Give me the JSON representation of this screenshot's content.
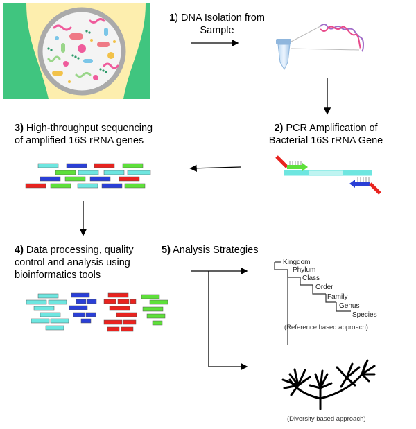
{
  "steps": {
    "s1": {
      "num": "1",
      "text": ") DNA Isolation from",
      "line2": "Sample"
    },
    "s2": {
      "num": "2)",
      "text": " PCR Amplification of",
      "line2": "Bacterial 16S rRNA Gene"
    },
    "s3": {
      "num": "3)",
      "text": " High-throughput sequencing",
      "line2": "of amplified 16S rRNA genes"
    },
    "s4": {
      "num": "4)",
      "text": " Data processing, quality",
      "line2": "control and analysis using",
      "line3": "bioinformatics tools"
    },
    "s5": {
      "num": "5)",
      "text": " Analysis Strategies"
    }
  },
  "taxonomy": [
    "Kingdom",
    "Phylum",
    "Class",
    "Order",
    "Family",
    "Genus",
    "Species"
  ],
  "captions": {
    "reference": "(Reference based approach)",
    "diversity": "(Diversity based approach)"
  },
  "colors": {
    "cyan": "#6ee6e0",
    "blue": "#2a3fd6",
    "red": "#e8231f",
    "green": "#5ee03a",
    "gut_bg": "#40c57f",
    "gut_body": "#fdeeae"
  },
  "icons": {
    "gut": "microbiome-gut-illustration",
    "tube": "eppendorf-tube-icon",
    "dna": "dna-strand-icon",
    "pcr": "pcr-primer-diagram"
  }
}
